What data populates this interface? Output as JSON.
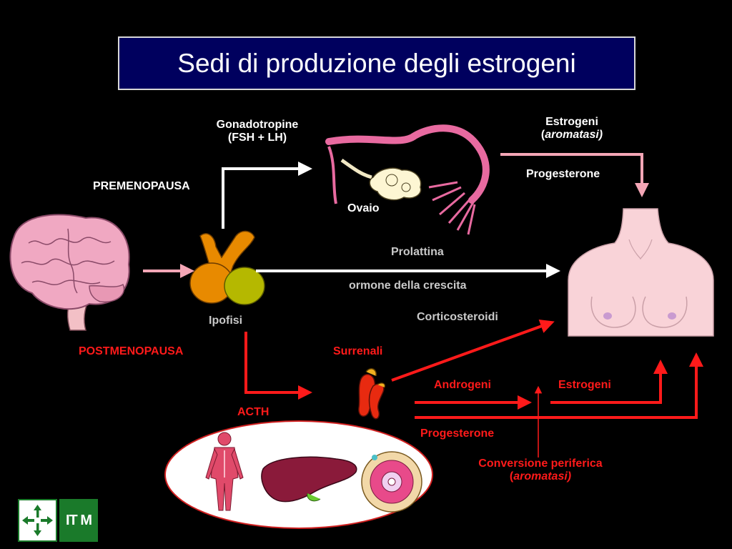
{
  "title": "Sedi di produzione degli estrogeni",
  "labels": {
    "gonadotropine_1": "Gonadotropine",
    "gonadotropine_2": "(FSH + LH)",
    "premenopausa": "PREMENOPAUSA",
    "estrogeni_top": "Estrogeni",
    "aromatasi_top": "aromatasi)",
    "progesterone_top": "Progesterone",
    "ovaio": "Ovaio",
    "prolattina": "Prolattina",
    "ormone_crescita": "ormone della crescita",
    "corticosteroidi": "Corticosteroidi",
    "ipofisi": "Ipofisi",
    "postmenopausa": "POSTMENOPAUSA",
    "surrenali": "Surrenali",
    "androgeni": "Androgeni",
    "estrogeni_bottom": "Estrogeni",
    "acth": "ACTH",
    "progesterone_bottom": "Progesterone",
    "conversione": "Conversione periferica",
    "aromatasi_bottom": "aromatasi)"
  },
  "logo": {
    "text": "IT M"
  },
  "colors": {
    "white_arrow": "#ffffff",
    "pink_arrow": "#f4a6b6",
    "red_arrow": "#ff1a1a",
    "title_bg": "#00005e"
  }
}
